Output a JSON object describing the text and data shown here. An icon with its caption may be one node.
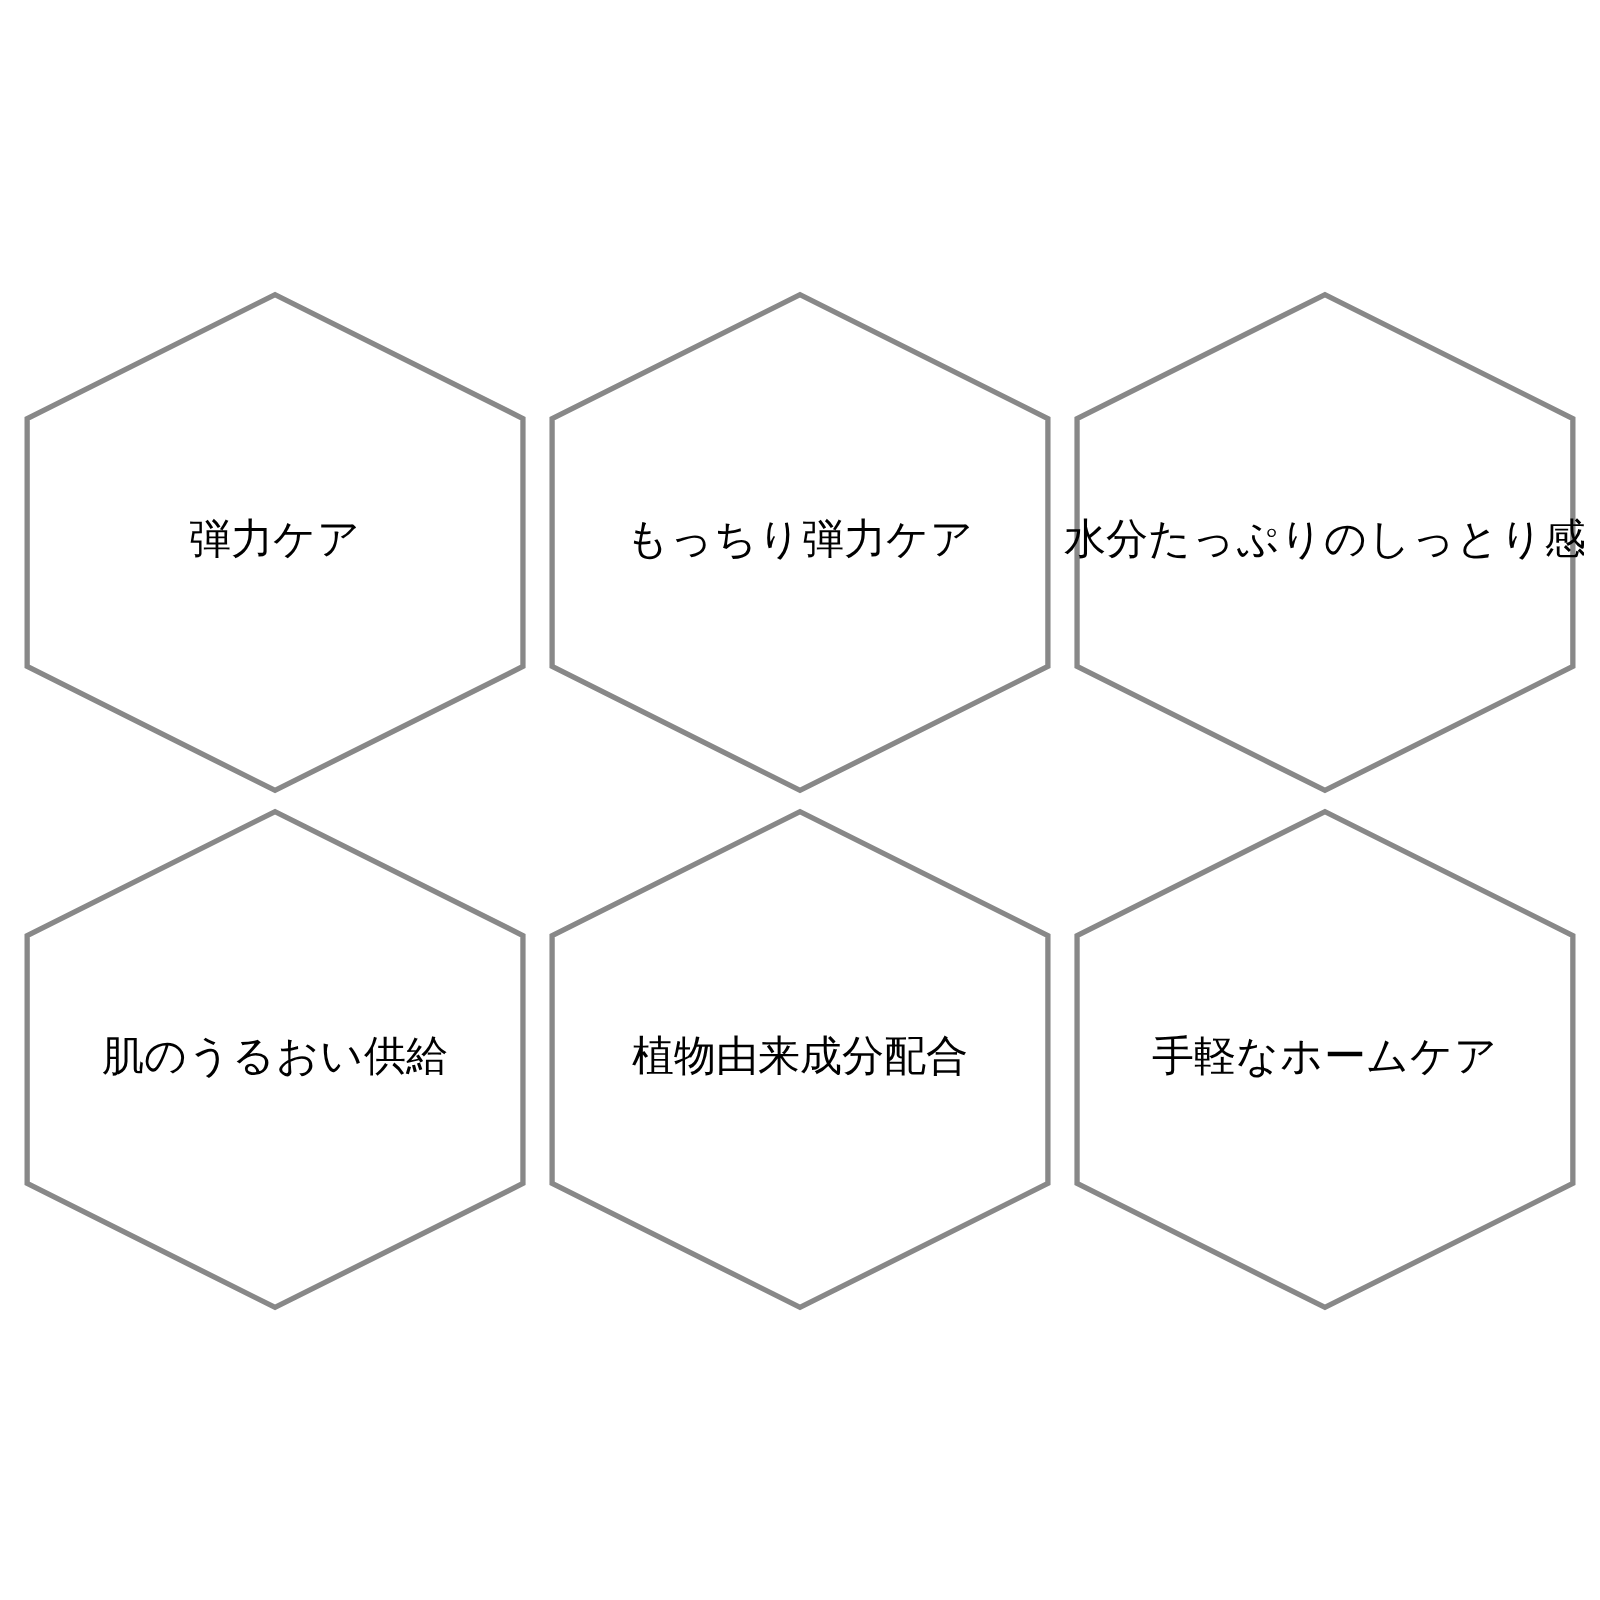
{
  "diagram": {
    "nodes": [
      {
        "text": [
          "弾力ケア"
        ]
      },
      {
        "text": [
          "もっちり弾力ケア"
        ]
      },
      {
        "text": [
          "水分たっぷりのしっとり感"
        ]
      },
      {
        "text": [
          "肌のうるおい供給"
        ]
      },
      {
        "text": [
          "植物由来成分配合"
        ]
      },
      {
        "text": [
          "手軽なホームケア"
        ]
      }
    ]
  }
}
